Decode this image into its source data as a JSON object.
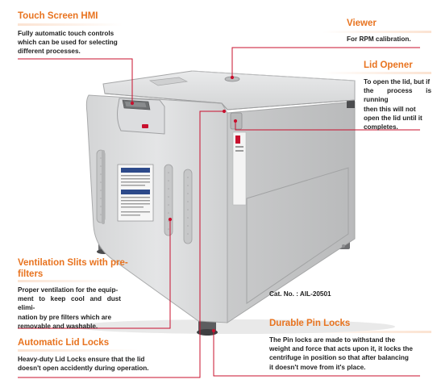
{
  "colors": {
    "accent": "#e8731f",
    "leader": "#c8102e",
    "fade": "#fbe3d2"
  },
  "callouts": {
    "touch_screen": {
      "title": "Touch Screen HMI",
      "lines": [
        "Fully automatic touch controls",
        "which can be used for selecting",
        "different processes."
      ]
    },
    "viewer": {
      "title": "Viewer",
      "lines": [
        "For RPM calibration."
      ]
    },
    "lid_opener": {
      "title": "Lid Opener",
      "lines": [
        "To open the lid, but if",
        "the process is running",
        "then this will not",
        "open the lid until it",
        "completes."
      ]
    },
    "ventilation": {
      "title_line1": "Ventilation Slits with pre-",
      "title_line2": "filters",
      "lines": [
        "Proper ventilation for the equip-",
        "ment to keep cool and dust elimi-",
        "nation by pre filters which are",
        "removable and washable."
      ]
    },
    "lid_locks": {
      "title": "Automatic Lid Locks",
      "lines": [
        "Heavy-duty Lid Locks ensure that the lid",
        "doesn't open accidently during operation."
      ]
    },
    "pin_locks": {
      "title": "Durable Pin Locks",
      "lines": [
        "The Pin locks are made to withstand the",
        "weight and force that acts upon it, it locks the",
        "centrifuge in position so that after balancing",
        "it doesn't move from it's place."
      ]
    }
  },
  "catalog": {
    "label": "Cat. No. : AIL-20501"
  }
}
